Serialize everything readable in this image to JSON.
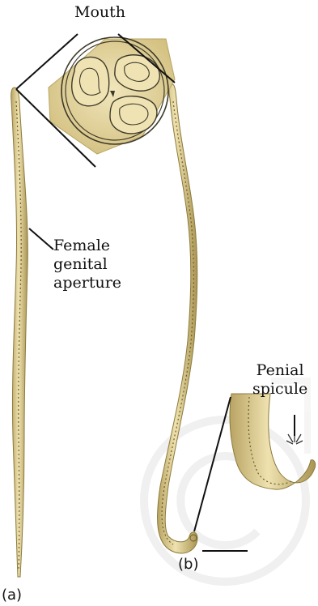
{
  "labels": {
    "mouth": "Mouth",
    "female_genital_aperture": "Female\ngenital\naperture",
    "penial_spicule": "Penial\nspicule",
    "a": "(a)",
    "b": "(b)"
  },
  "colors": {
    "body_fill": "#e2d49e",
    "body_edge": "#8c7a3c",
    "line": "#111111",
    "watermark": "#dcdcdc"
  }
}
